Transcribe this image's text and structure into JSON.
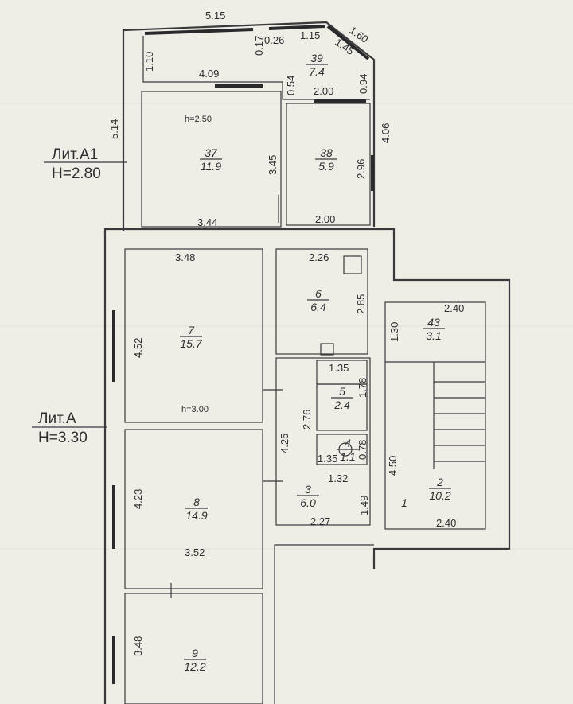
{
  "sections": [
    {
      "name": "Лит.А1",
      "height": "H=2.80"
    },
    {
      "name": "Лит.А",
      "height": "H=3.30"
    }
  ],
  "ceiling_heights": [
    "h=2.50",
    "h=3.00"
  ],
  "rooms": [
    {
      "number": "39",
      "area": "7.4"
    },
    {
      "number": "37",
      "area": "11.9"
    },
    {
      "number": "38",
      "area": "5.9"
    },
    {
      "number": "7",
      "area": "15.7"
    },
    {
      "number": "6",
      "area": "6.4"
    },
    {
      "number": "43",
      "area": "3.1"
    },
    {
      "number": "5",
      "area": "2.4"
    },
    {
      "number": "4",
      "area": "1.1"
    },
    {
      "number": "3",
      "area": "6.0"
    },
    {
      "number": "2",
      "area": "10.2"
    },
    {
      "number": "8",
      "area": "14.9"
    },
    {
      "number": "9",
      "area": "12.2"
    }
  ],
  "corridor_label": "1",
  "dimensions": {
    "top_5_15": "5.15",
    "d_1_60": "1.60",
    "d_0_17": "0.17",
    "d_0_26": "0.26",
    "d_1_15": "1.15",
    "d_1_45": "1.45",
    "d_1_10": "1.10",
    "d_4_09": "4.09",
    "d_0_54": "0.54",
    "d_0_94": "0.94",
    "d_2_00a": "2.00",
    "d_5_14": "5.14",
    "d_4_06": "4.06",
    "d_3_45": "3.45",
    "d_2_96": "2.96",
    "d_3_44": "3.44",
    "d_2_00b": "2.00",
    "d_3_48a": "3.48",
    "d_2_26": "2.26",
    "d_2_85": "2.85",
    "d_2_40a": "2.40",
    "d_1_30": "1.30",
    "d_4_52": "4.52",
    "d_1_35a": "1.35",
    "d_1_78": "1.78",
    "d_2_76": "2.76",
    "d_4_25": "4.25",
    "d_0_78": "0.78",
    "d_1_35b": "1.35",
    "d_1_32": "1.32",
    "d_4_50": "4.50",
    "d_1_49": "1.49",
    "d_2_27": "2.27",
    "d_2_40b": "2.40",
    "d_4_23": "4.23",
    "d_3_52": "3.52",
    "d_3_48b": "3.48"
  }
}
